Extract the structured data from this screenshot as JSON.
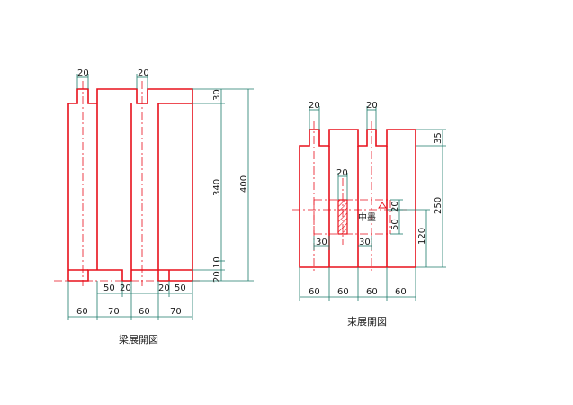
{
  "colors": {
    "outline": "#e8101c",
    "dimension": "#1c7a6a",
    "text": "#1a1a1a",
    "hatch": "#e8101c"
  },
  "beam_drawing": {
    "caption": "梁展開図",
    "top_dims": [
      "20",
      "20"
    ],
    "right_dims": [
      "30",
      "340",
      "10",
      "20"
    ],
    "total_dim": "400",
    "bottom_dims_row1": [
      "50",
      "20",
      "20",
      "50"
    ],
    "bottom_dims_row2": [
      "60",
      "70",
      "60",
      "70"
    ]
  },
  "column_drawing": {
    "caption": "束展開図",
    "top_dims": [
      "20",
      "20"
    ],
    "right_dims": [
      "35",
      "250",
      "120"
    ],
    "inner_dims": [
      "20",
      "20",
      "50",
      "30",
      "30"
    ],
    "label": "中墨",
    "bottom_dims": [
      "60",
      "60",
      "60",
      "60"
    ]
  }
}
